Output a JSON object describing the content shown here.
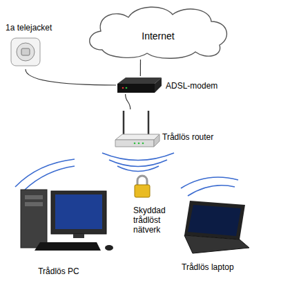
{
  "diagram": {
    "nodes": [
      {
        "text": [
          "1a telejacket"
        ]
      },
      {
        "text": [
          "Internet"
        ]
      },
      {
        "text": [
          "ADSL-modem"
        ]
      },
      {
        "text": [
          "Trådlös router"
        ]
      },
      {
        "text": [
          "Trådlös PC"
        ]
      },
      {
        "text": [
          "Trådlös laptop"
        ]
      }
    ],
    "edges": [
      {
        "from": 0,
        "to": 2,
        "arrow": "none"
      },
      {
        "from": 1,
        "to": 2,
        "arrow": "none"
      },
      {
        "from": 2,
        "to": 3,
        "arrow": "none"
      }
    ],
    "labels": [
      "Skyddad trådlöst nätverk"
    ]
  }
}
